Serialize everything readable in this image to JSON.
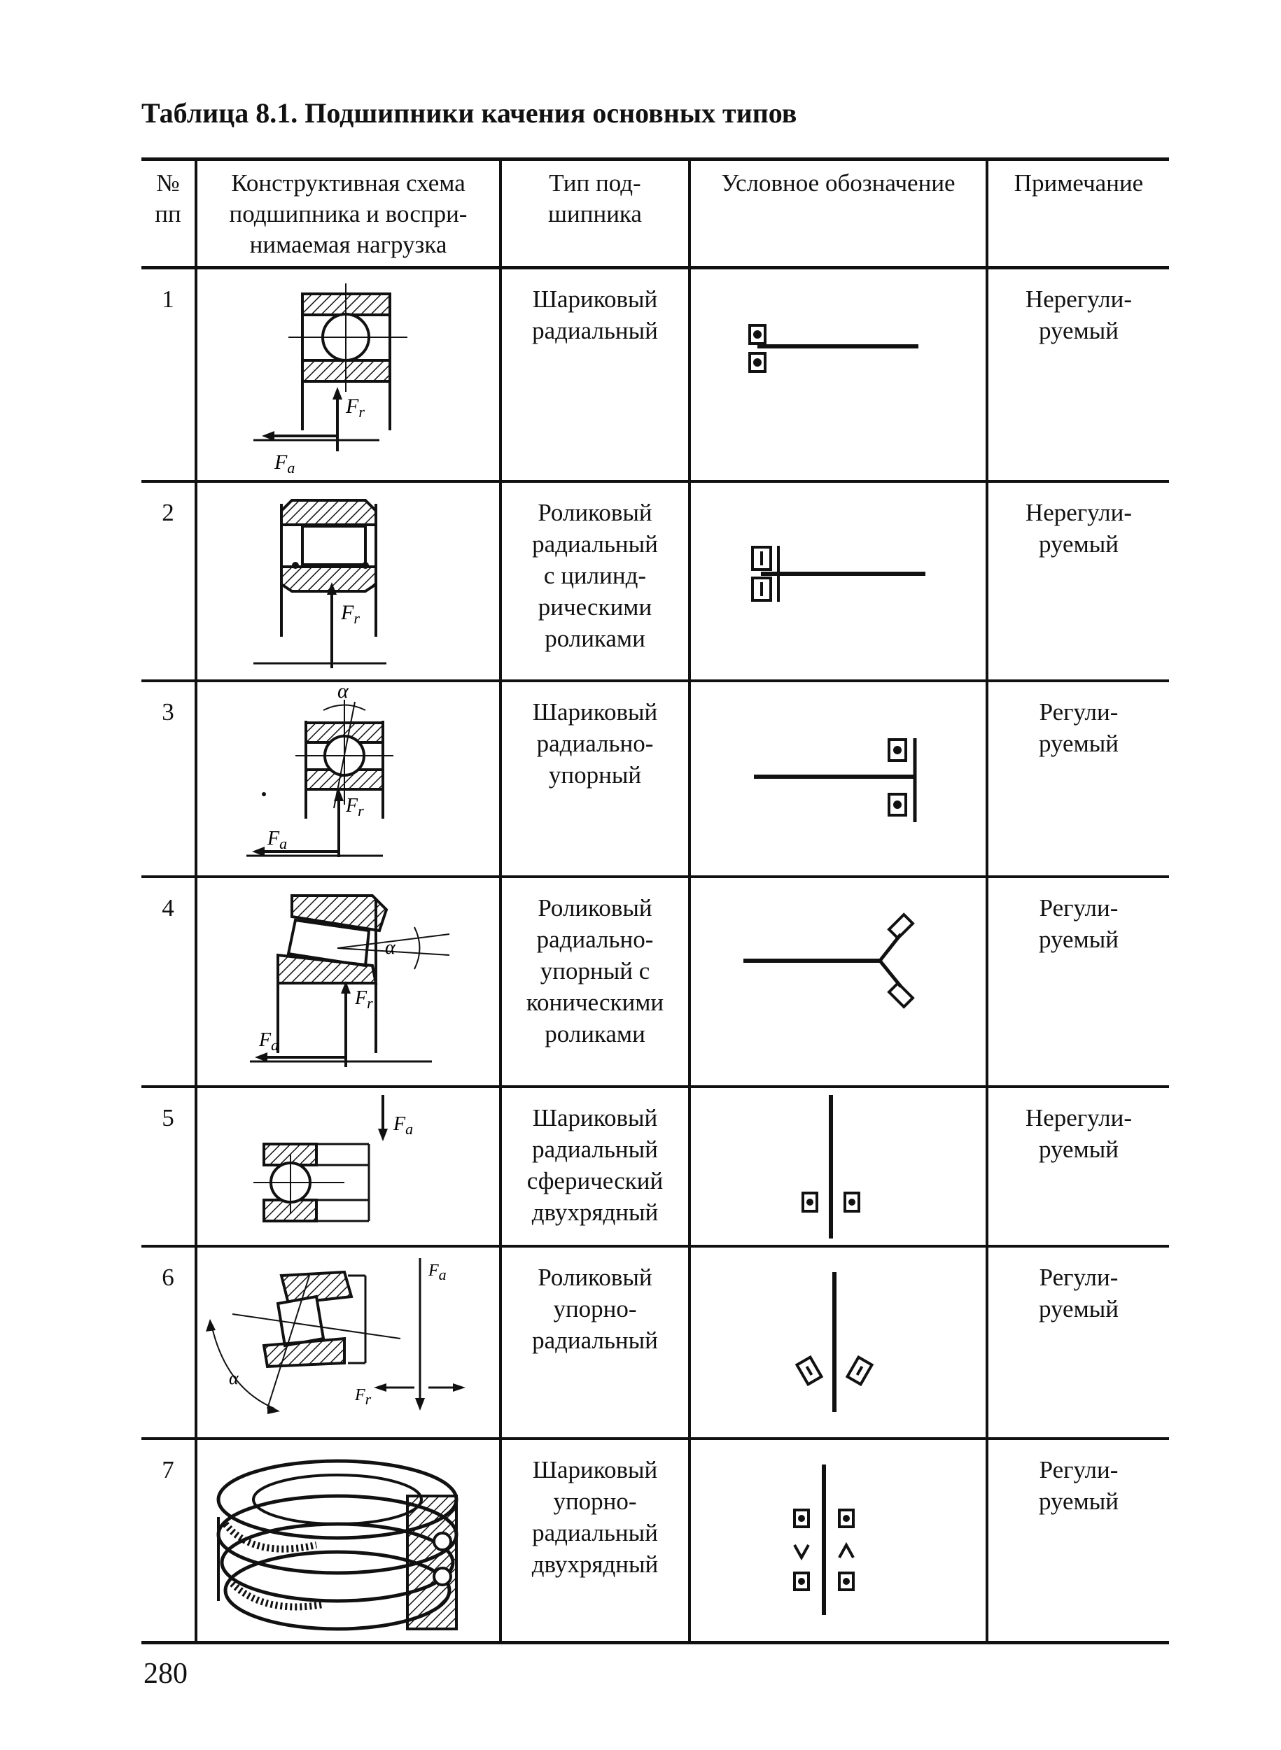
{
  "title": "Таблица 8.1. Подшипники качения основных типов",
  "columns": {
    "num": "№\nпп",
    "scheme": "Конструктивная схема\nподшипника и воспри-\nнимаемая нагрузка",
    "type": "Тип под-\nшипника",
    "symbol": "Условное обозначение",
    "note": "Примечание"
  },
  "rows": [
    {
      "num": "1",
      "type": "Шариковый\nрадиальный",
      "note": "Нерегули-\nруемый",
      "scheme_icon": "radial-ball-bearing-drawing",
      "symbol_icon": "radial-ball-symbol",
      "scheme_labels": [
        "Fr",
        "Fa"
      ]
    },
    {
      "num": "2",
      "type": "Роликовый\nрадиальный\nс цилинд-\nрическими\nроликами",
      "note": "Нерегули-\nруемый",
      "scheme_icon": "cylindrical-roller-bearing-drawing",
      "symbol_icon": "cylindrical-roller-symbol",
      "scheme_labels": [
        "Fr"
      ]
    },
    {
      "num": "3",
      "type": "Шариковый\nрадиально-\nупорный",
      "note": "Регули-\nруемый",
      "scheme_icon": "angular-contact-ball-bearing-drawing",
      "symbol_icon": "angular-contact-ball-symbol",
      "scheme_labels": [
        "α",
        "Fr",
        "Fa"
      ]
    },
    {
      "num": "4",
      "type": "Роликовый\nрадиально-\nупорный с\nконическими\nроликами",
      "note": "Регули-\nруемый",
      "scheme_icon": "tapered-roller-bearing-drawing",
      "symbol_icon": "tapered-roller-symbol",
      "scheme_labels": [
        "α",
        "Fr",
        "Fa"
      ]
    },
    {
      "num": "5",
      "type": "Шариковый\nрадиальный\nсферический\nдвухрядный",
      "note": "Нерегули-\nруемый",
      "scheme_icon": "thrust-ball-bearing-drawing",
      "symbol_icon": "double-row-spherical-symbol",
      "scheme_labels": [
        "Fa"
      ]
    },
    {
      "num": "6",
      "type": "Роликовый\nупорно-\nрадиальный",
      "note": "Регули-\nруемый",
      "scheme_icon": "thrust-radial-roller-bearing-drawing",
      "symbol_icon": "thrust-radial-roller-symbol",
      "scheme_labels": [
        "Fa",
        "α",
        "Fr"
      ]
    },
    {
      "num": "7",
      "type": "Шариковый\nупорно-\nрадиальный\nдвухрядный",
      "note": "Регули-\nруемый",
      "scheme_icon": "double-row-thrust-ball-bearing-cutaway",
      "symbol_icon": "double-row-thrust-ball-symbol",
      "scheme_labels": []
    }
  ],
  "page_number": "280"
}
